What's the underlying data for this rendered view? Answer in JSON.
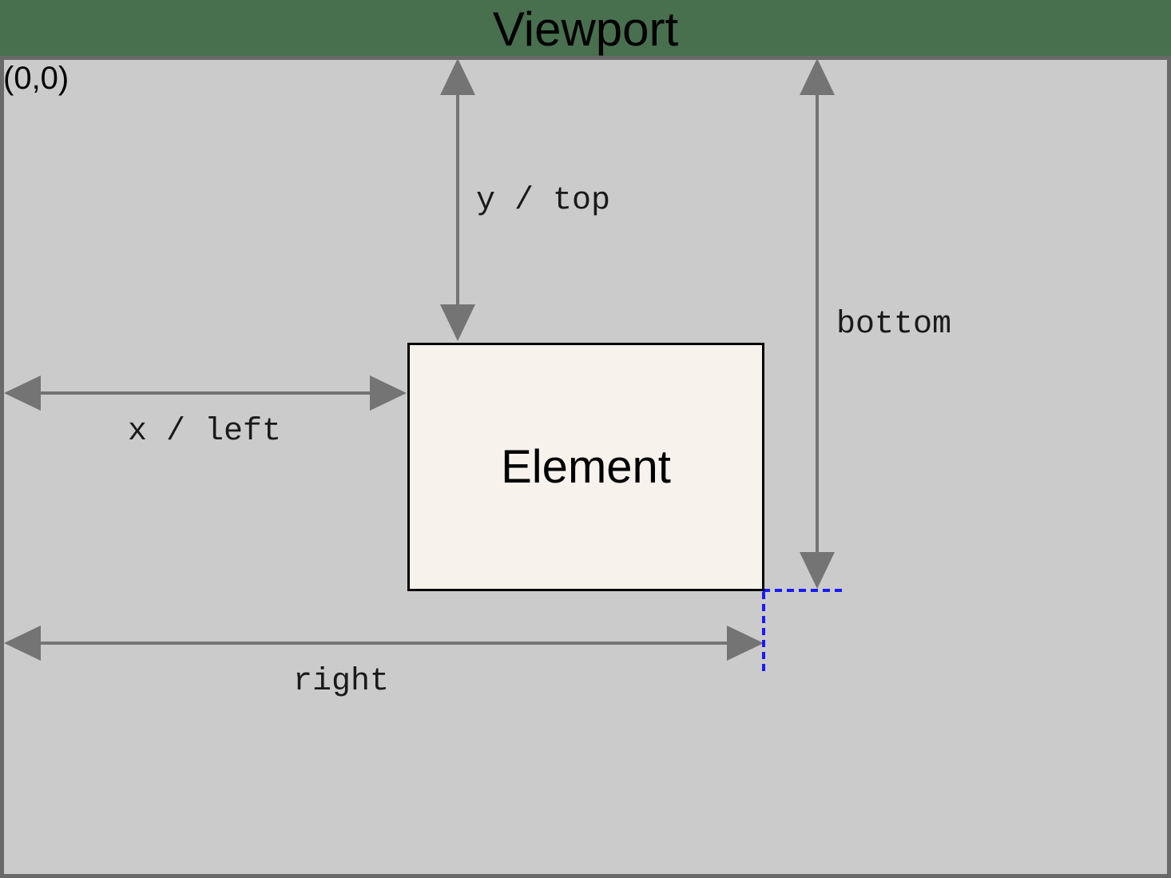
{
  "header": {
    "title": "Viewport"
  },
  "viewport": {
    "origin_label": "(0,0)"
  },
  "element": {
    "label": "Element"
  },
  "labels": {
    "y_top": "y / top",
    "x_left": "x / left",
    "bottom": "bottom",
    "right": "right"
  },
  "colors": {
    "header_green": "#48704F",
    "viewport_fill": "#CBCBCB",
    "viewport_border": "#696969",
    "element_fill": "#F7F3EC",
    "element_border": "#000000",
    "arrow_gray": "#747474",
    "guide_blue": "#1A1AFF",
    "text_black": "#000000"
  }
}
